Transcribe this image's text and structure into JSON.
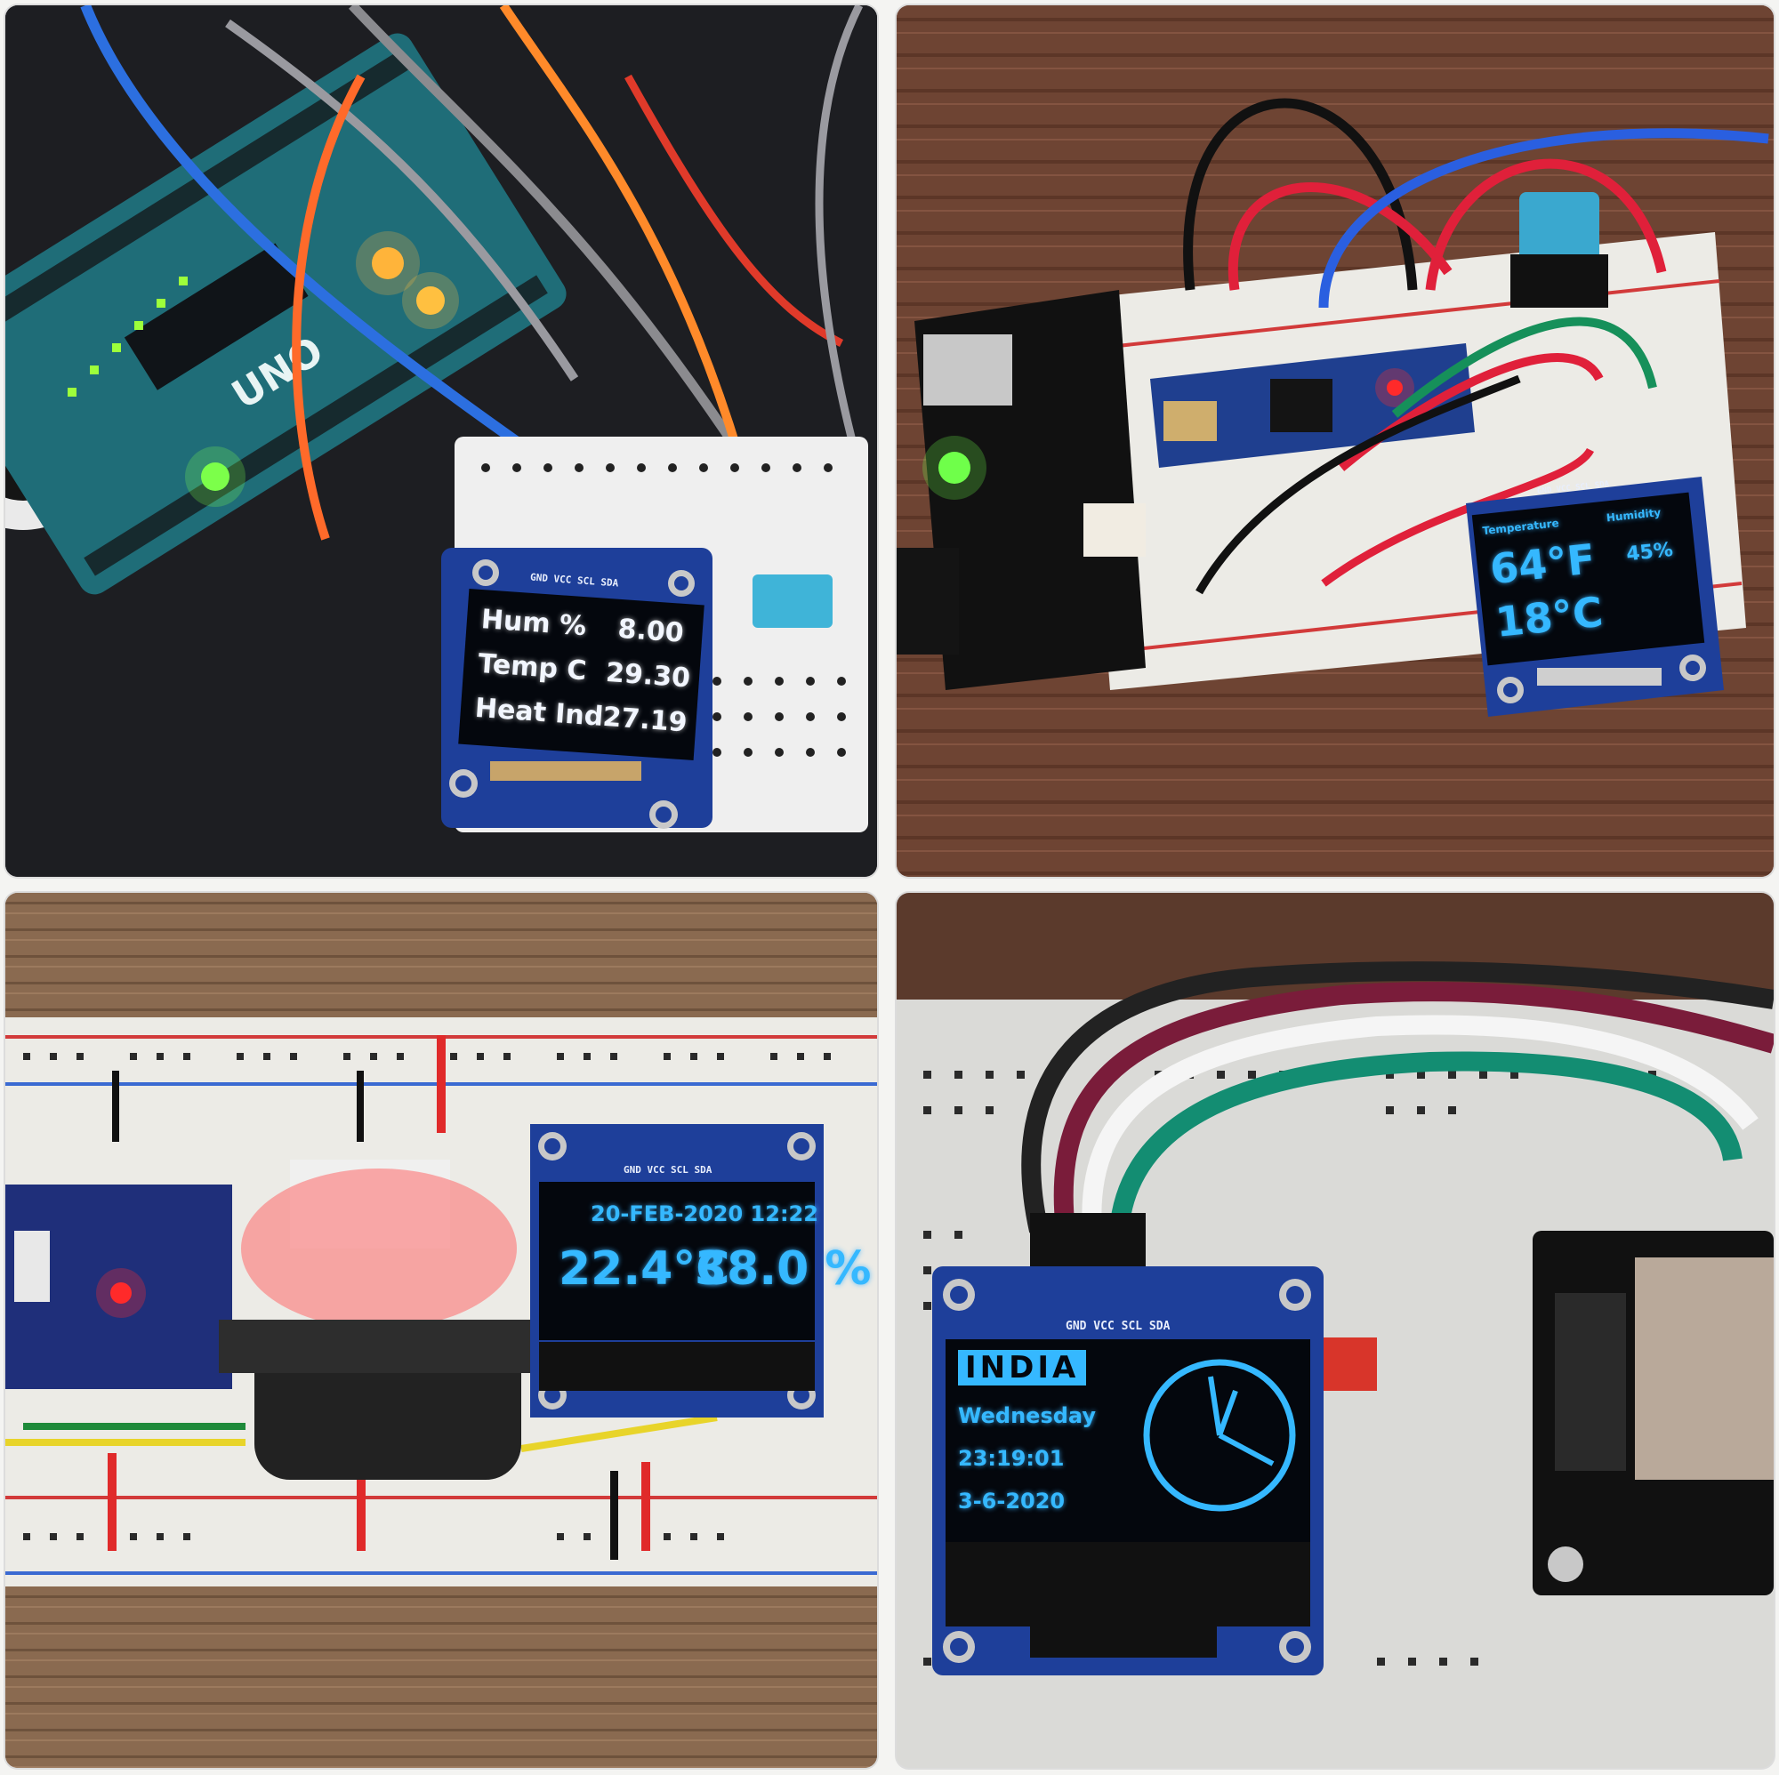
{
  "collage": {
    "panel_1": {
      "pins_label": "GND VCC SCL SDA",
      "rows": [
        {
          "label": "Hum %",
          "value": "8.00"
        },
        {
          "label": "Temp C",
          "value": "29.30"
        },
        {
          "label": "Heat Ind",
          "value": "27.19"
        }
      ]
    },
    "panel_2": {
      "pins_label": "GND VCC SCL SDA",
      "header_left": "Temperature",
      "header_right": "Humidity",
      "temp_f": "64°F",
      "temp_c": "18°C",
      "humidity": "45%"
    },
    "panel_3": {
      "pins_label": "GND VCC SCL SDA",
      "datetime": "20-FEB-2020 12:22",
      "temperature": "22.4°C",
      "humidity": "38.0 %"
    },
    "panel_4": {
      "pins_label": "GND VCC SCL SDA",
      "country": "INDIA",
      "day": "Wednesday",
      "time": "23:19:01",
      "date": "3-6-2020"
    }
  },
  "colors": {
    "oled_text": "#35b8ff",
    "oled_bg": "#04070d",
    "module_pcb": "#1e3f9a"
  }
}
